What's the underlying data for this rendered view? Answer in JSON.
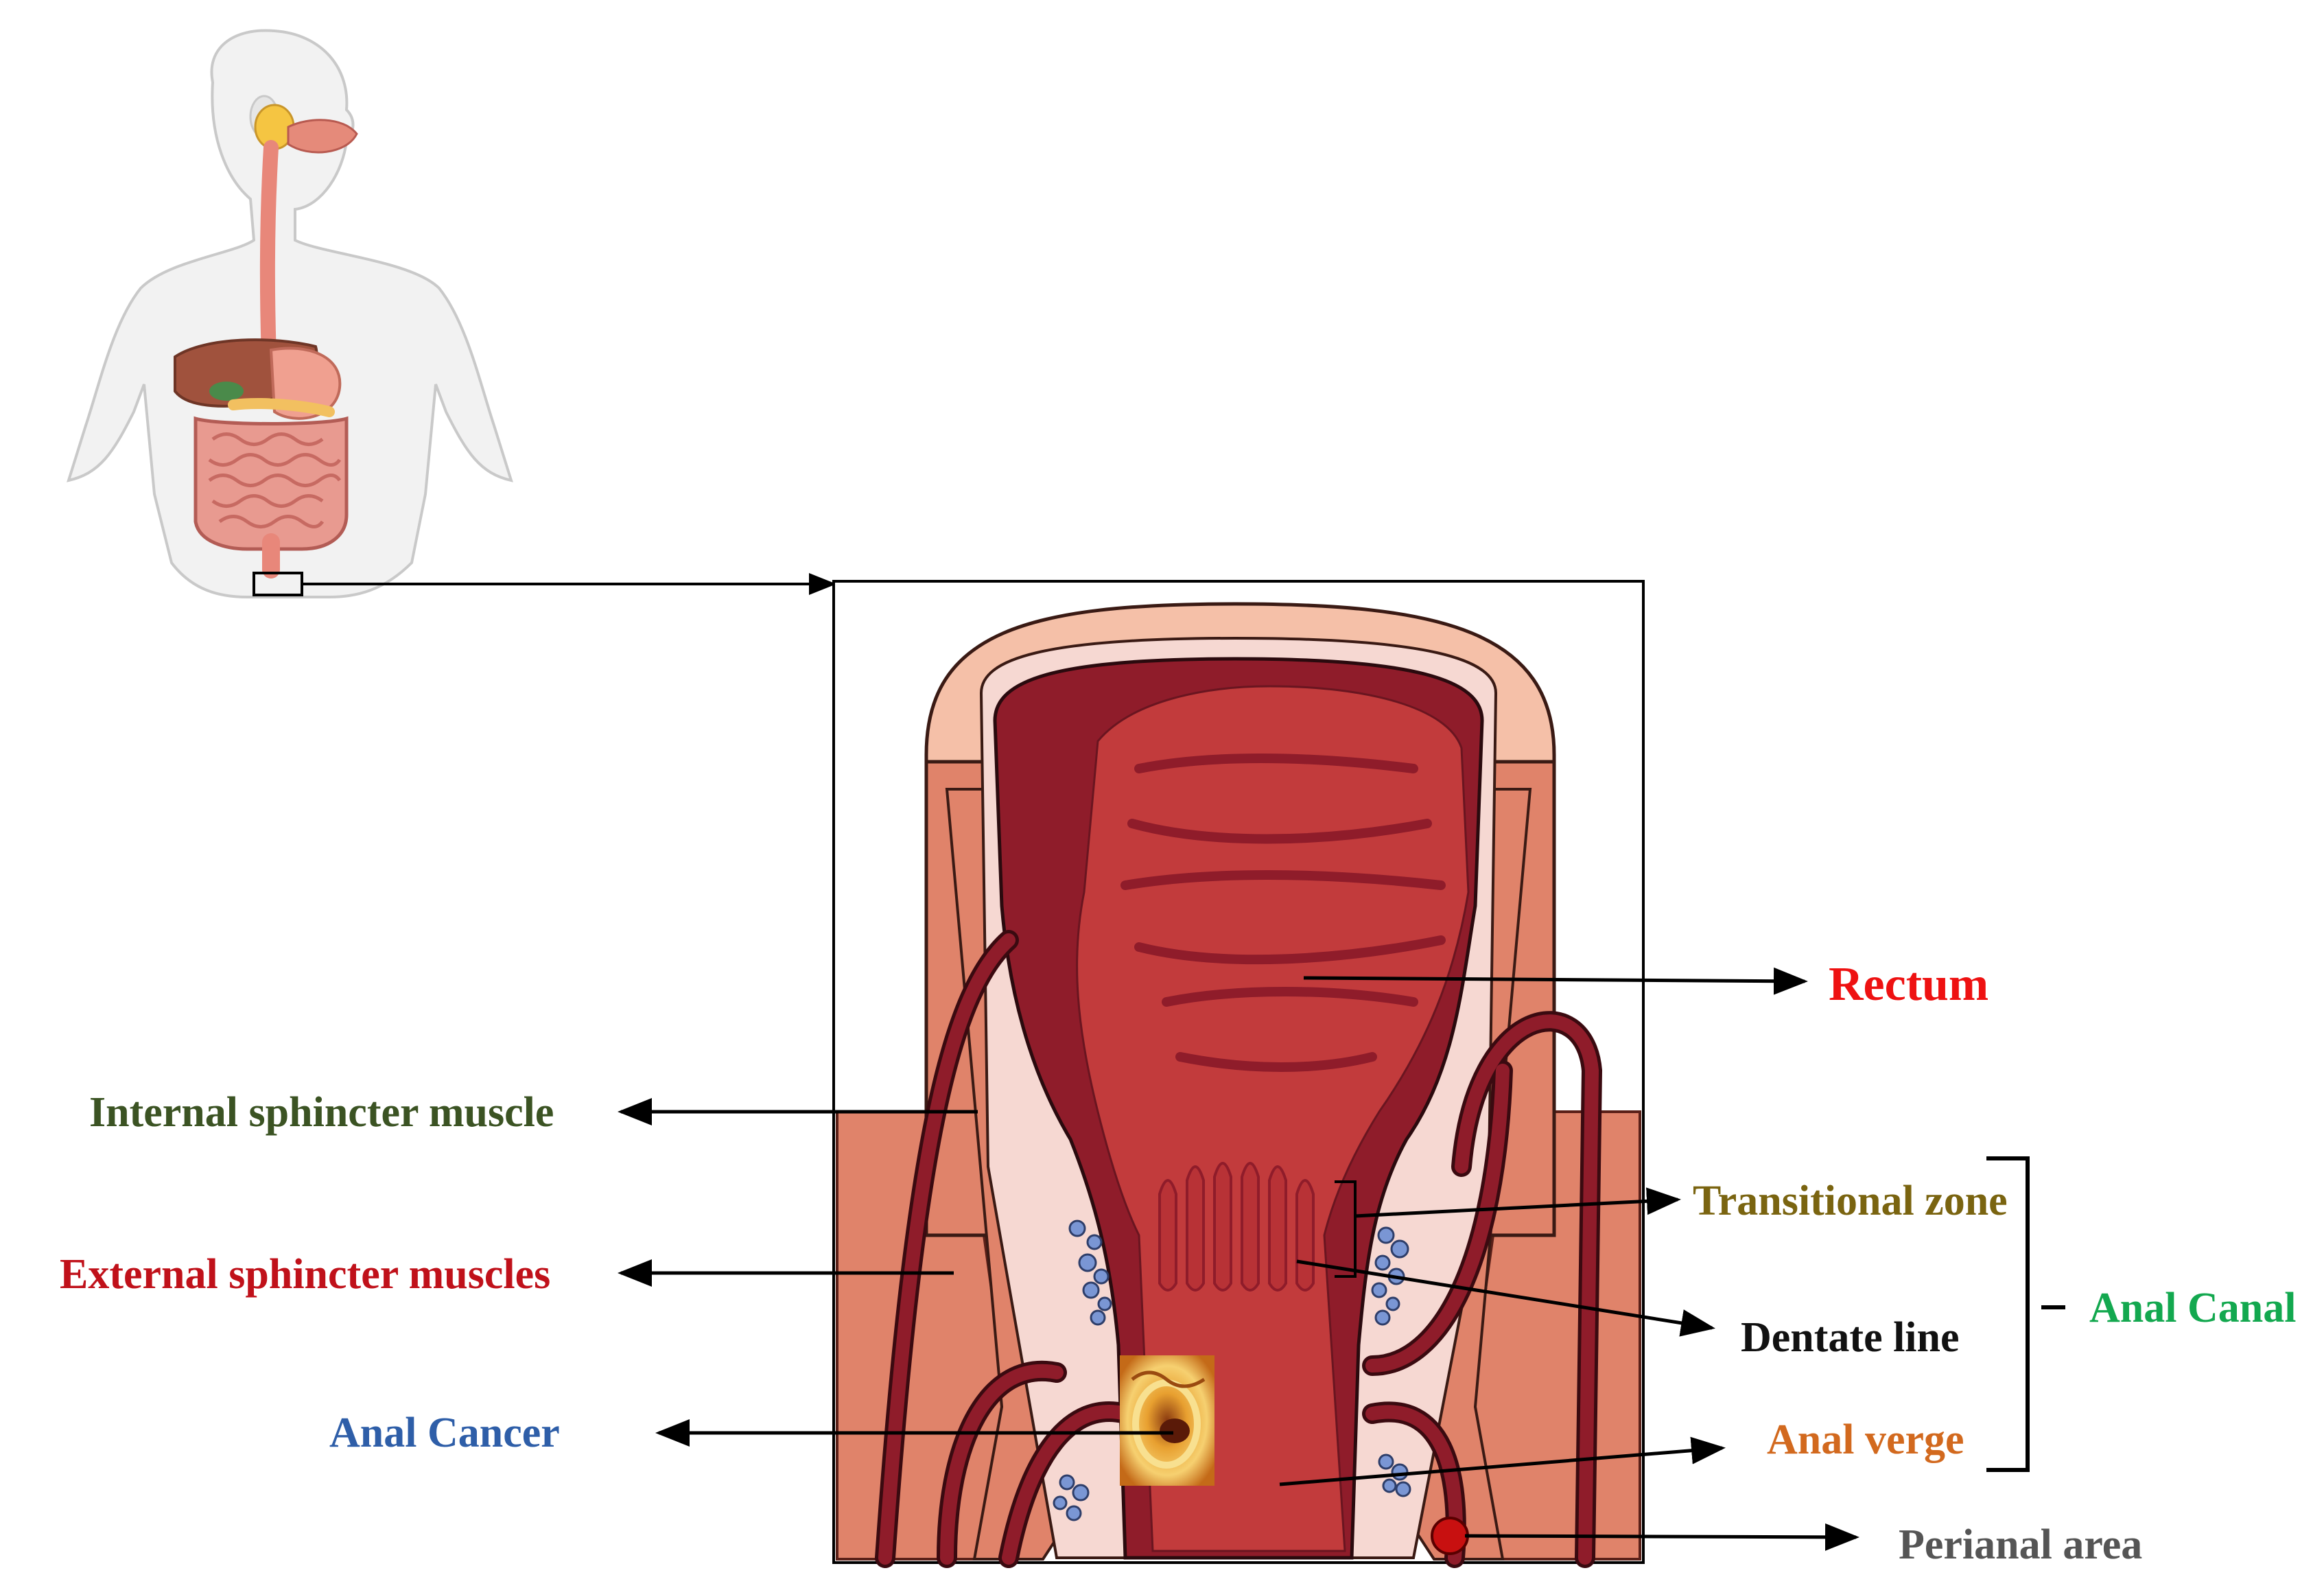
{
  "labels": {
    "rectum": "Rectum",
    "internal_sphincter": "Internal sphincter muscle",
    "external_sphincter": "External sphincter muscles",
    "anal_cancer": "Anal Cancer",
    "transitional_zone": "Transitional zone",
    "dentate_line": "Dentate line",
    "anal_verge": "Anal verge",
    "perianal_area": "Perianal area",
    "anal_canal": "Anal Canal"
  },
  "colors": {
    "rectum": "#ee1111",
    "internal_sphincter": "#3b5323",
    "external_sphincter": "#c0111a",
    "anal_cancer": "#2e5ea8",
    "transitional_zone": "#7a6410",
    "dentate_line": "#111111",
    "anal_verge": "#d2691e",
    "perianal_area": "#555555",
    "anal_canal": "#13a84f",
    "rectal_wall": "#8f1c2a",
    "rectal_lumen": "#c23b3c",
    "muscle": "#e0836a",
    "mucosa_pale": "#f5c9b3",
    "fat": "#f8cc50",
    "vessel": "#6f8fd0",
    "body_outline": "#cfcfcf"
  },
  "icons": [
    "human-body-digestive-icon",
    "zoom-box-icon",
    "tumor-icon",
    "perianal-marker-icon"
  ]
}
